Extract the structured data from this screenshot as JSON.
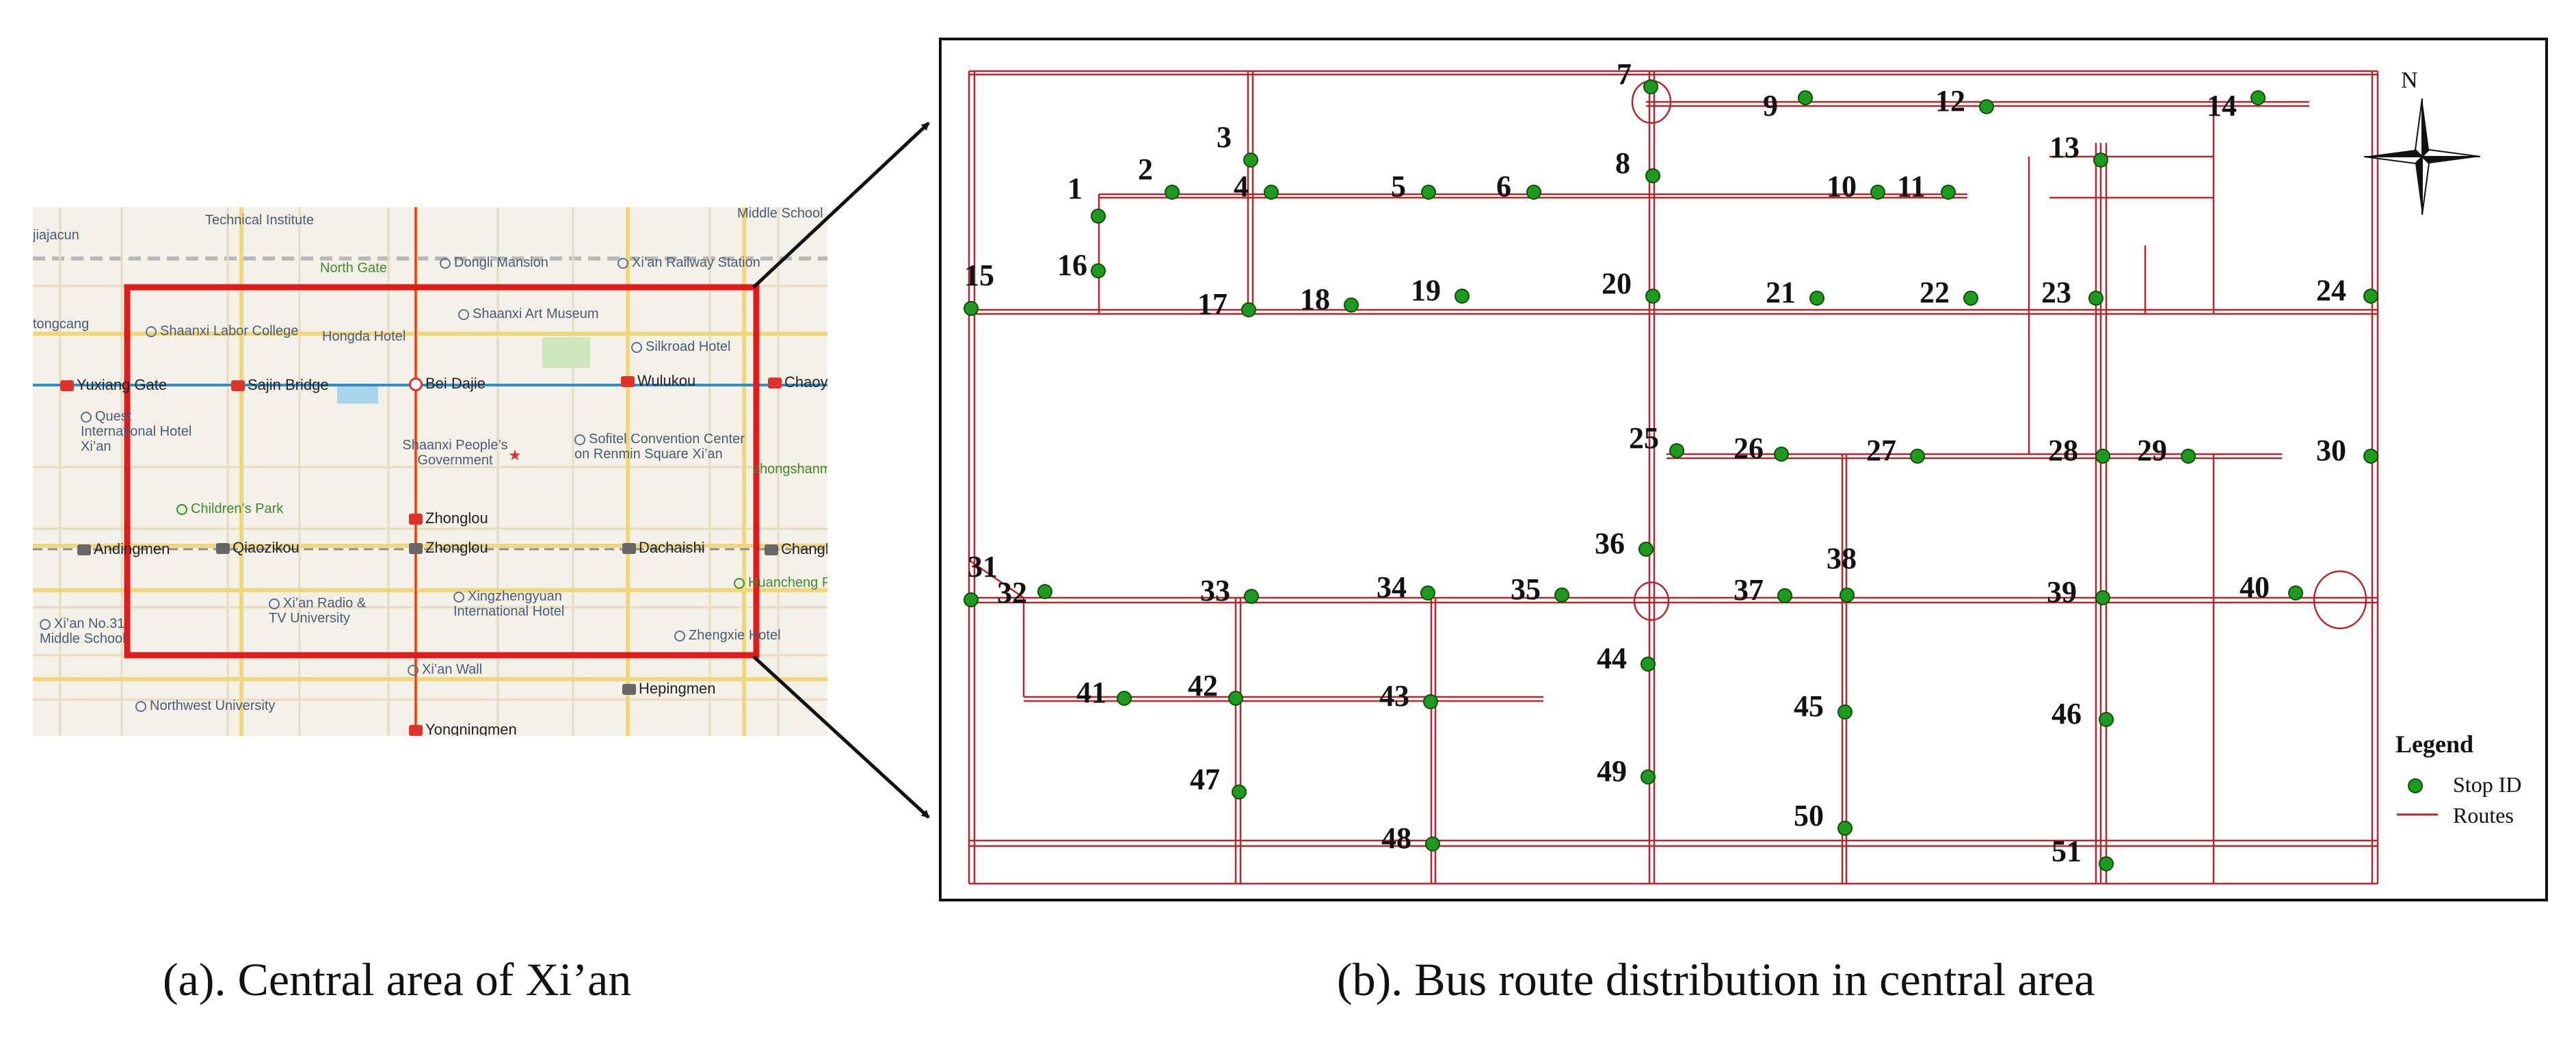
{
  "captions": {
    "a": "(a). Central area of Xi’an",
    "b": "(b). Bus route distribution in central area"
  },
  "colors": {
    "route": "#b0282d",
    "stop_fill": "#1e9a1e",
    "stop_stroke": "#0a4f0a",
    "frame_red": "#e01b1b",
    "metro_line": "#2a8fd0",
    "map_background": "#f4f1e8"
  },
  "city_map": {
    "places": [
      {
        "id": "technical-institute",
        "label": "Technical Institute"
      },
      {
        "id": "middle-school-top",
        "label": "Middle School"
      },
      {
        "id": "jiajacun",
        "label": "jiajacun"
      },
      {
        "id": "north-gate",
        "label": "North Gate"
      },
      {
        "id": "dongli-mansion",
        "label": "Dongli Mansion"
      },
      {
        "id": "xian-railway-station",
        "label": "Xi’an Railway Station"
      },
      {
        "id": "tongcang",
        "label": "tongcang"
      },
      {
        "id": "shaanxi-labor-college",
        "label": "Shaanxi Labor College"
      },
      {
        "id": "shaanxi-art-museum",
        "label": "Shaanxi Art Museum"
      },
      {
        "id": "hongda-hotel",
        "label": "Hongda Hotel"
      },
      {
        "id": "silkroad-hotel",
        "label": "Silkroad Hotel"
      },
      {
        "id": "quest-hotel",
        "label": "Quest International Hotel Xi’an"
      },
      {
        "id": "shaanxi-government",
        "label": "Shaanxi People’s Government"
      },
      {
        "id": "sofitel",
        "label": "Sofitel Convention Center on Renmin Square Xi’an"
      },
      {
        "id": "zhongshanmen",
        "label": "zhongshanm"
      },
      {
        "id": "childrens-park",
        "label": "Children’s Park"
      },
      {
        "id": "huancheng-park",
        "label": "Huancheng P"
      },
      {
        "id": "radio-tv-university",
        "label": "Xi’an Radio & TV University"
      },
      {
        "id": "xingzhengyuan-hotel",
        "label": "Xingzhengyuan International Hotel"
      },
      {
        "id": "xian-no31",
        "label": "Xi’an No.31 Middle School"
      },
      {
        "id": "zhengxie-hotel",
        "label": "Zhengxie Hotel"
      },
      {
        "id": "xian-wall",
        "label": "Xi’an Wall"
      },
      {
        "id": "northwest-university",
        "label": "Northwest University"
      }
    ],
    "metro_stations": [
      {
        "id": "yuxiang-gate",
        "label": "Yuxiang Gate",
        "line": "red"
      },
      {
        "id": "sajin-bridge",
        "label": "Sajin Bridge",
        "line": "red"
      },
      {
        "id": "bei-dajie",
        "label": "Bei Dajie",
        "line": "interchange"
      },
      {
        "id": "wulukou",
        "label": "Wulukou",
        "line": "red"
      },
      {
        "id": "chaoyang",
        "label": "Chaoy",
        "line": "red"
      },
      {
        "id": "zhonglou-red",
        "label": "Zhonglou",
        "line": "red"
      },
      {
        "id": "andingmen",
        "label": "Andingmen",
        "line": "gray"
      },
      {
        "id": "qiaozikou",
        "label": "Qiaozikou",
        "line": "gray"
      },
      {
        "id": "zhonglou-gray",
        "label": "Zhonglou",
        "line": "gray"
      },
      {
        "id": "dachaishi",
        "label": "Dachaishi",
        "line": "gray"
      },
      {
        "id": "changle",
        "label": "Changl",
        "line": "gray"
      },
      {
        "id": "hepingmen",
        "label": "Hepingmen",
        "line": "gray"
      },
      {
        "id": "yongningmen",
        "label": "Yongningmen",
        "line": "red"
      }
    ]
  },
  "bus_map": {
    "stops": [
      {
        "id": "1",
        "label": "1"
      },
      {
        "id": "2",
        "label": "2"
      },
      {
        "id": "3",
        "label": "3"
      },
      {
        "id": "4",
        "label": "4"
      },
      {
        "id": "5",
        "label": "5"
      },
      {
        "id": "6",
        "label": "6"
      },
      {
        "id": "7",
        "label": "7"
      },
      {
        "id": "8",
        "label": "8"
      },
      {
        "id": "9",
        "label": "9"
      },
      {
        "id": "10",
        "label": "10"
      },
      {
        "id": "11",
        "label": "11"
      },
      {
        "id": "12",
        "label": "12"
      },
      {
        "id": "13",
        "label": "13"
      },
      {
        "id": "14",
        "label": "14"
      },
      {
        "id": "15",
        "label": "15"
      },
      {
        "id": "16",
        "label": "16"
      },
      {
        "id": "17",
        "label": "17"
      },
      {
        "id": "18",
        "label": "18"
      },
      {
        "id": "19",
        "label": "19"
      },
      {
        "id": "20",
        "label": "20"
      },
      {
        "id": "21",
        "label": "21"
      },
      {
        "id": "22",
        "label": "22"
      },
      {
        "id": "23",
        "label": "23"
      },
      {
        "id": "24",
        "label": "24"
      },
      {
        "id": "25",
        "label": "25"
      },
      {
        "id": "26",
        "label": "26"
      },
      {
        "id": "27",
        "label": "27"
      },
      {
        "id": "28",
        "label": "28"
      },
      {
        "id": "29",
        "label": "29"
      },
      {
        "id": "30",
        "label": "30"
      },
      {
        "id": "31",
        "label": "31"
      },
      {
        "id": "32",
        "label": "32"
      },
      {
        "id": "33",
        "label": "33"
      },
      {
        "id": "34",
        "label": "34"
      },
      {
        "id": "35",
        "label": "35"
      },
      {
        "id": "36",
        "label": "36"
      },
      {
        "id": "37",
        "label": "37"
      },
      {
        "id": "38",
        "label": "38"
      },
      {
        "id": "39",
        "label": "39"
      },
      {
        "id": "40",
        "label": "40"
      },
      {
        "id": "41",
        "label": "41"
      },
      {
        "id": "42",
        "label": "42"
      },
      {
        "id": "43",
        "label": "43"
      },
      {
        "id": "44",
        "label": "44"
      },
      {
        "id": "45",
        "label": "45"
      },
      {
        "id": "46",
        "label": "46"
      },
      {
        "id": "47",
        "label": "47"
      },
      {
        "id": "48",
        "label": "48"
      },
      {
        "id": "49",
        "label": "49"
      },
      {
        "id": "50",
        "label": "50"
      },
      {
        "id": "51",
        "label": "51"
      }
    ],
    "compass": {
      "label": "N"
    },
    "legend": {
      "title": "Legend",
      "stop_label": "Stop  ID",
      "route_label": "Routes"
    }
  }
}
